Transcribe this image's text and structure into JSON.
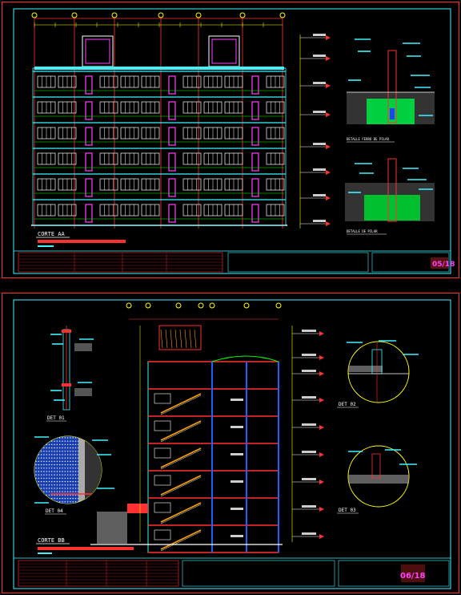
{
  "sheet_top": {
    "main_title": "CORTE AA",
    "detail_1": "DETALLE FERRO DE PILAR",
    "detail_2": "DETALLE DE PILAR",
    "sheet_number": "05/18"
  },
  "sheet_bottom": {
    "main_title": "CORTE BB",
    "det_01": "DET 01",
    "det_02": "DET 02",
    "det_03": "DET 03",
    "det_04": "DET 04",
    "sheet_number": "06/18"
  },
  "colors": {
    "frame": "#ff3030",
    "outline": "#3ff3ff",
    "accent": "#ff40ff",
    "grid": "#00ff00",
    "background": "#000000"
  }
}
